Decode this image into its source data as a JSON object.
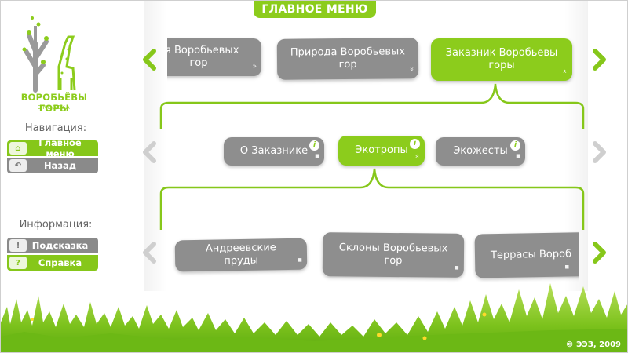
{
  "header": {
    "title": "ГЛАВНОЕ МЕНЮ"
  },
  "logo": {
    "name": "ВОРОБЬЁВЫ ГОРЫ",
    "subtitle": "ЭКОВЕКА"
  },
  "sidebar": {
    "navigation_label": "Навигация:",
    "nav_items": [
      {
        "label": "Главное меню",
        "icon": "home-icon",
        "active": true
      },
      {
        "label": "Назад",
        "icon": "back-icon",
        "active": false
      }
    ],
    "info_label": "Информация:",
    "info_items": [
      {
        "label": "Подсказка",
        "icon": "hint-icon",
        "active": false
      },
      {
        "label": "Справка",
        "icon": "help-icon",
        "active": true
      }
    ]
  },
  "row1": {
    "cards": [
      {
        "label": "ия Воробьевых гор"
      },
      {
        "label": "Природа Воробьевых гор"
      },
      {
        "label": "Заказник Воробьевы горы",
        "active": true
      }
    ]
  },
  "row2": {
    "cards": [
      {
        "label": "О Заказнике"
      },
      {
        "label": "Экотропы",
        "active": true
      },
      {
        "label": "Экожесты"
      }
    ]
  },
  "row3": {
    "cards": [
      {
        "label": "Андреевские пруды"
      },
      {
        "label": "Склоны Воробьевых гор"
      },
      {
        "label": "Террасы Вороб"
      }
    ]
  },
  "footer": {
    "copyright": "© ЭЭЗ, 2009"
  },
  "colors": {
    "accent": "#8ccc1c",
    "card": "#8e8e8e",
    "arrow_inactive": "#cfcfcf"
  }
}
